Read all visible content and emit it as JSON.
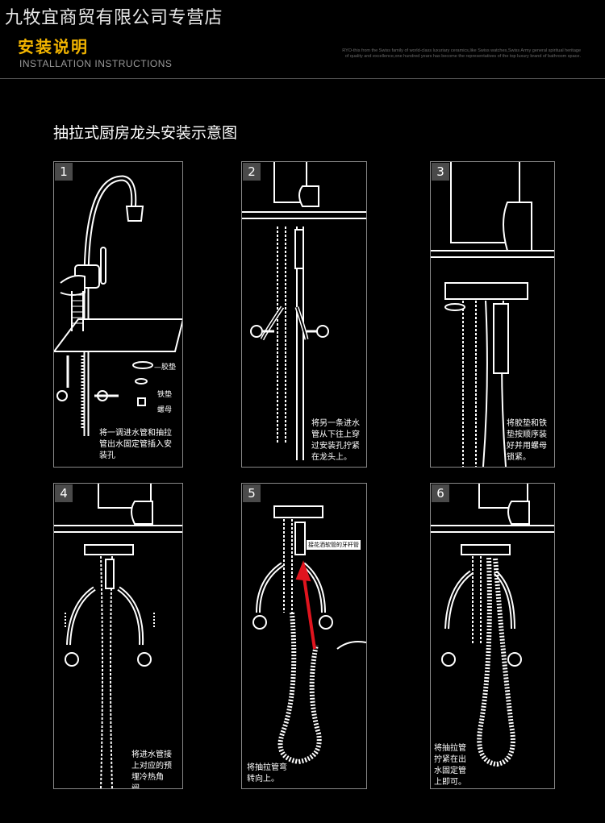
{
  "header": {
    "shop_name": "九牧宜商贸有限公司专营店",
    "section_title": "安装说明",
    "section_subtitle": "INSTALLATION INSTRUCTIONS",
    "english_blurb": "RYO-this from the Swiss family of world-class luxuriary ceramics,like Swiss watches,Swiss Army general spiritual heritage of quality and excellence,one hundred years has become the representatives of the top luxury brand of bathroom space."
  },
  "diagram_title": "抽拉式厨房龙头安装示意图",
  "steps": [
    {
      "number": "1",
      "caption": "将一调进水管和抽拉管出水固定管插入安装孔",
      "parts": [
        "—胶垫",
        "铁垫",
        "螺母"
      ]
    },
    {
      "number": "2",
      "caption": "将另一条进水管从下往上穿过安装孔拧紧在龙头上。"
    },
    {
      "number": "3",
      "caption": "将胶垫和铁垫按顺序装好并用螺母锁紧。"
    },
    {
      "number": "4",
      "caption": "将进水管接上对应的预埋冷热角阀。"
    },
    {
      "number": "5",
      "caption": "将抽拉管弯转向上。",
      "tag": "接花洒软管的牙杆管"
    },
    {
      "number": "6",
      "caption": "将抽拉管拧紧在出水固定管上即可。"
    }
  ],
  "colors": {
    "accent": "#f2b400",
    "arrow": "#e0141e",
    "frame": "#888888"
  }
}
